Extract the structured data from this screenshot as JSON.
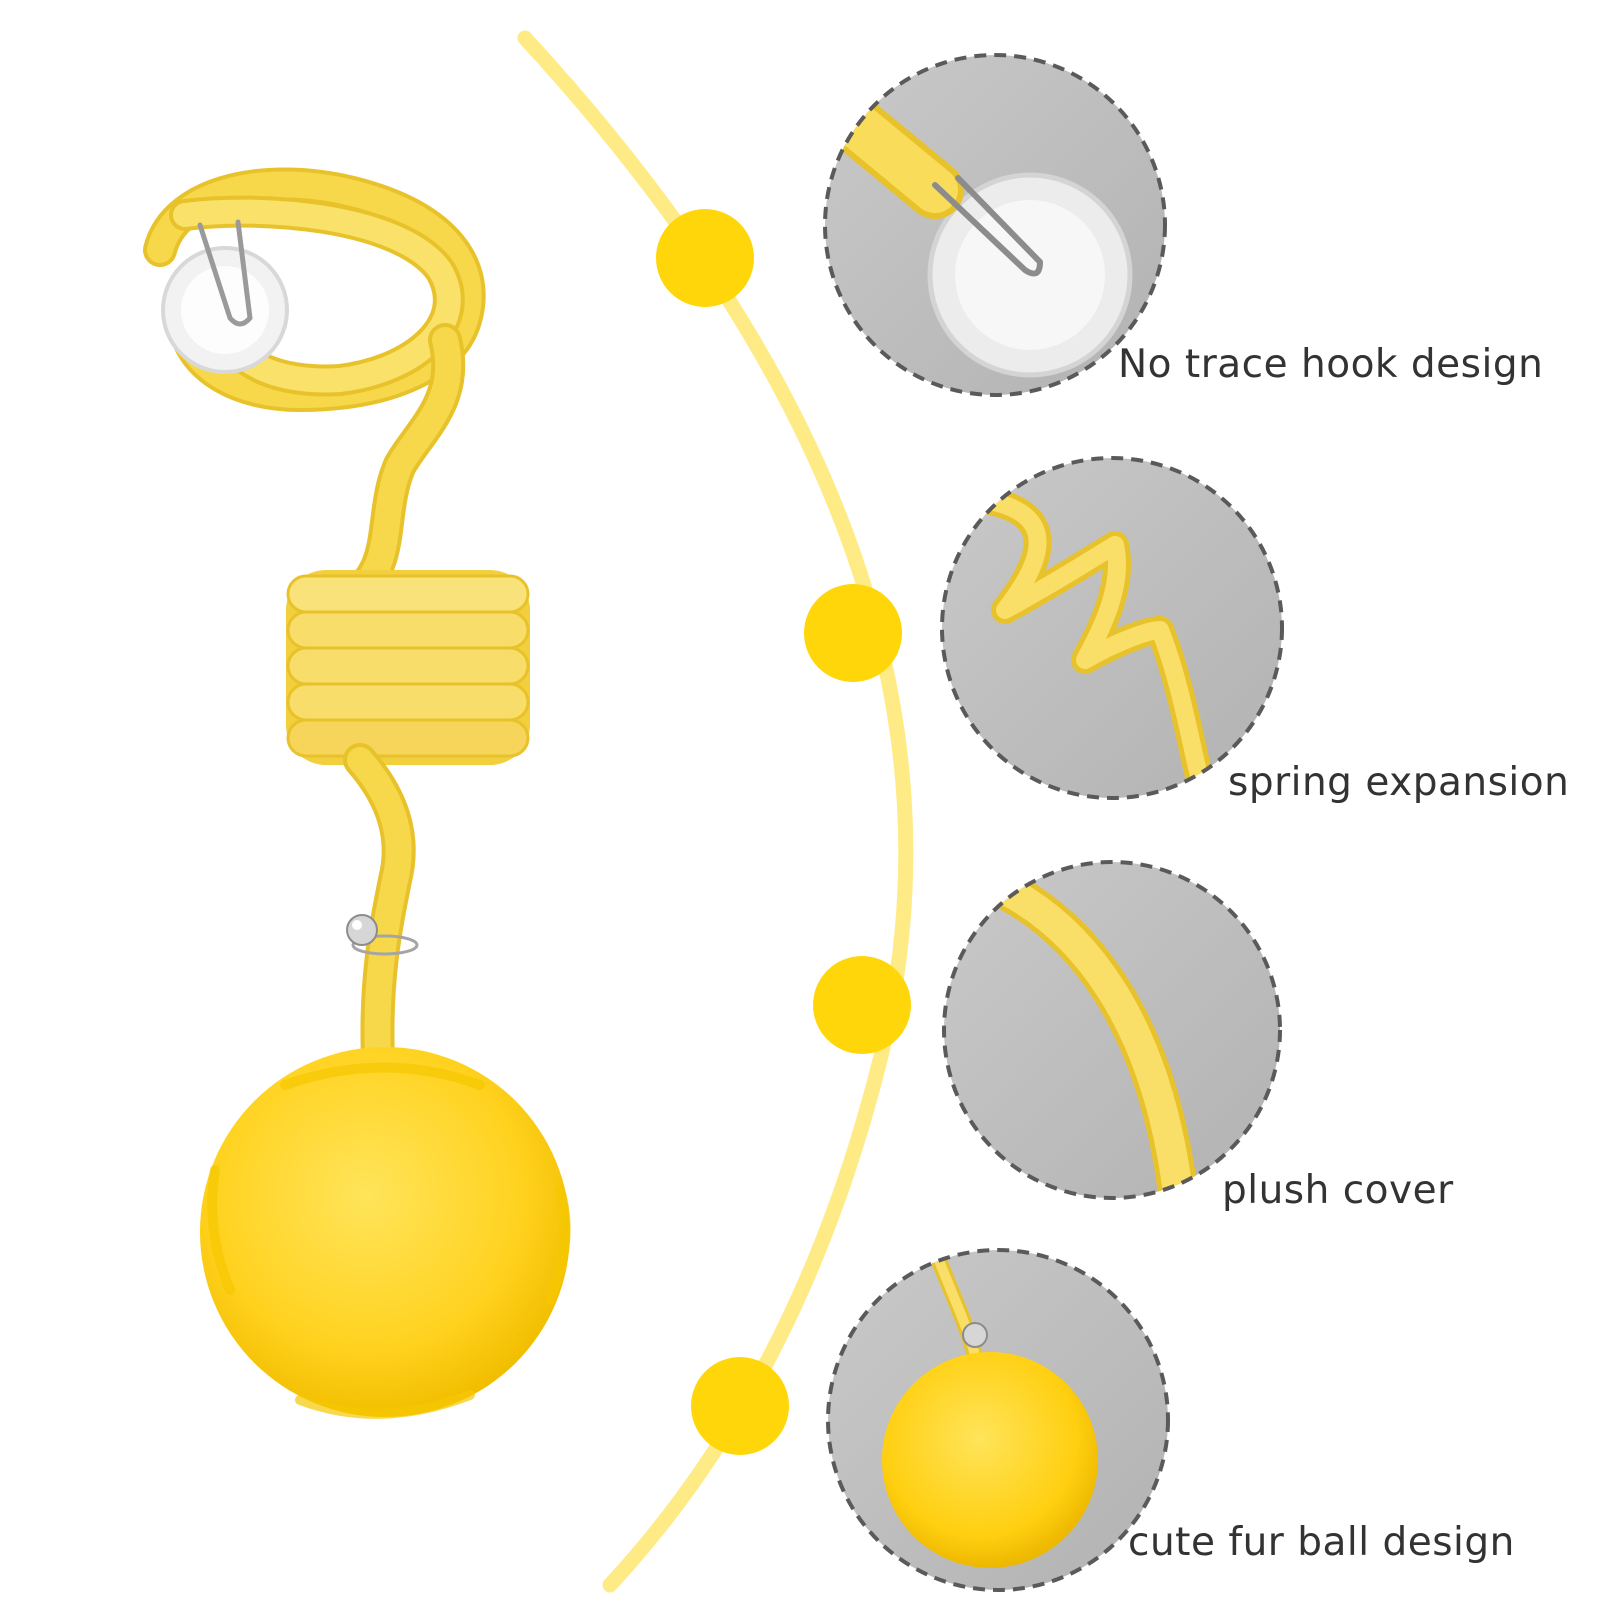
{
  "colors": {
    "accent_yellow": "#FFD60A",
    "arc_yellow": "#FFEB86",
    "toy_yellow": "#F7D84A",
    "toy_yellow_dark": "#E8C22A",
    "fur_yellow": "#FFD21F",
    "detail_circle_bg": "#BEBEBE",
    "detail_circle_border": "#5A5A5A",
    "label_text": "#333333"
  },
  "features": [
    {
      "label": "No trace hook design",
      "icon": "suction-hook-icon"
    },
    {
      "label": "spring expansion",
      "icon": "spring-cord-icon"
    },
    {
      "label": "plush cover",
      "icon": "plush-cord-icon"
    },
    {
      "label": "cute fur ball design",
      "icon": "fur-ball-icon"
    }
  ],
  "product": {
    "parts": [
      "suction-cup-hook",
      "coiled-cord",
      "spring-coil",
      "bell",
      "fur-ball"
    ]
  }
}
